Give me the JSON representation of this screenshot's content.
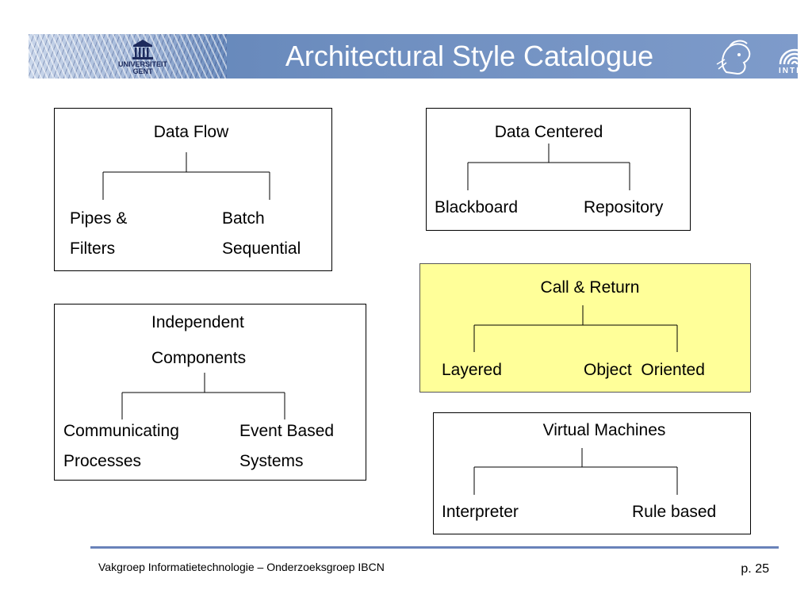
{
  "header": {
    "title": "Architectural Style Catalogue",
    "left_logo": {
      "line1": "UNIVERSITEIT",
      "line2": "GENT"
    },
    "right_logo": {
      "text": "INTEC"
    },
    "color": "#6f8fc0"
  },
  "boxes": {
    "data_flow": {
      "title": "Data Flow",
      "left1": "Pipes &",
      "left2": "Filters",
      "right1": "Batch",
      "right2": "Sequential"
    },
    "data_centered": {
      "title": "Data Centered",
      "left": "Blackboard",
      "right": "Repository"
    },
    "call_return": {
      "title": "Call & Return",
      "left": "Layered",
      "right": "Object  Oriented",
      "fill": "#ffff99"
    },
    "independent": {
      "title1": "Independent",
      "title2": "Components",
      "left1": "Communicating",
      "left2": "Processes",
      "right1": "Event Based",
      "right2": "Systems"
    },
    "virtual_machines": {
      "title": "Virtual Machines",
      "left": "Interpreter",
      "right": "Rule based"
    }
  },
  "footer": {
    "text": "Vakgroep Informatietechnologie – Onderzoeksgroep IBCN",
    "page": "p. 25"
  }
}
